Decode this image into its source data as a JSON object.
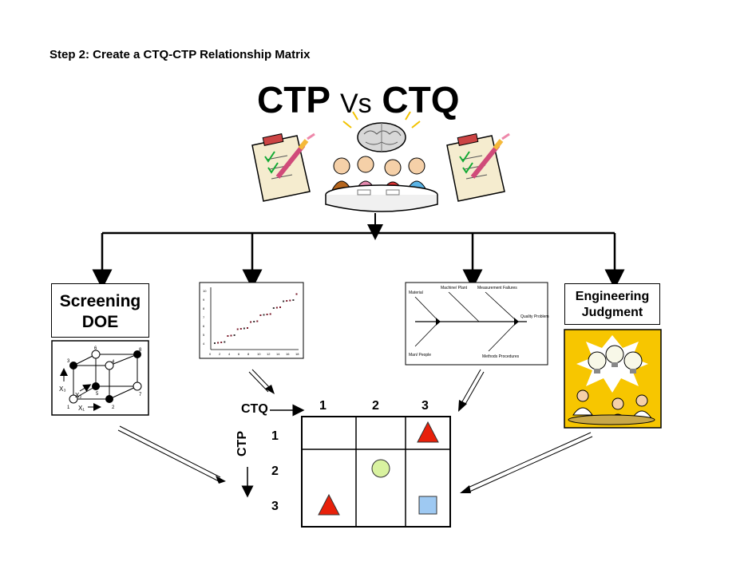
{
  "header": {
    "step_title": "Step 2: Create a CTQ-CTP Relationship Matrix",
    "main_title_left": "CTP",
    "main_title_mid": "Vs",
    "main_title_right": "CTQ"
  },
  "methods": {
    "screening_line1": "Screening",
    "screening_line2": "DOE",
    "engineering_line1": "Engineering",
    "engineering_line2": "Judgment"
  },
  "matrix": {
    "ctq_label": "CTQ",
    "ctp_label": "CTP",
    "columns": [
      "1",
      "2",
      "3"
    ],
    "rows": [
      "1",
      "2",
      "3"
    ],
    "cells": [
      {
        "row": 1,
        "col": 3,
        "symbol": "triangle",
        "color": "#e8200a"
      },
      {
        "row": 2,
        "col": 2,
        "symbol": "circle",
        "color": "#d9f2a0"
      },
      {
        "row": 3,
        "col": 1,
        "symbol": "triangle",
        "color": "#e8200a"
      },
      {
        "row": 3,
        "col": 3,
        "symbol": "square",
        "color": "#9ec9f2"
      }
    ]
  },
  "cube_labels": [
    "1",
    "2",
    "3",
    "4",
    "5",
    "6",
    "7",
    "8"
  ],
  "axis_labels": {
    "x1": "X₁",
    "x2": "X₂",
    "x3": "X₃"
  },
  "scatter_ticks": {
    "y": [
      "10",
      "9",
      "8",
      "7",
      "6",
      "5",
      "4"
    ],
    "x": [
      "0",
      "2",
      "4",
      "6",
      "8",
      "10",
      "12",
      "14",
      "16",
      "18"
    ]
  },
  "fishbone_labels": {
    "methods_top": "Material",
    "machine": "Machine/ Plant",
    "measurement": "Measurement Failures",
    "people": "Man/ People",
    "methods_bottom": "Methods Procedures",
    "effect": "Quality Problem"
  },
  "colors": {
    "accent_red": "#e8200a",
    "circle_green": "#d9f2a0",
    "square_blue": "#9ec9f2",
    "bulb_bg": "#f7c600"
  }
}
